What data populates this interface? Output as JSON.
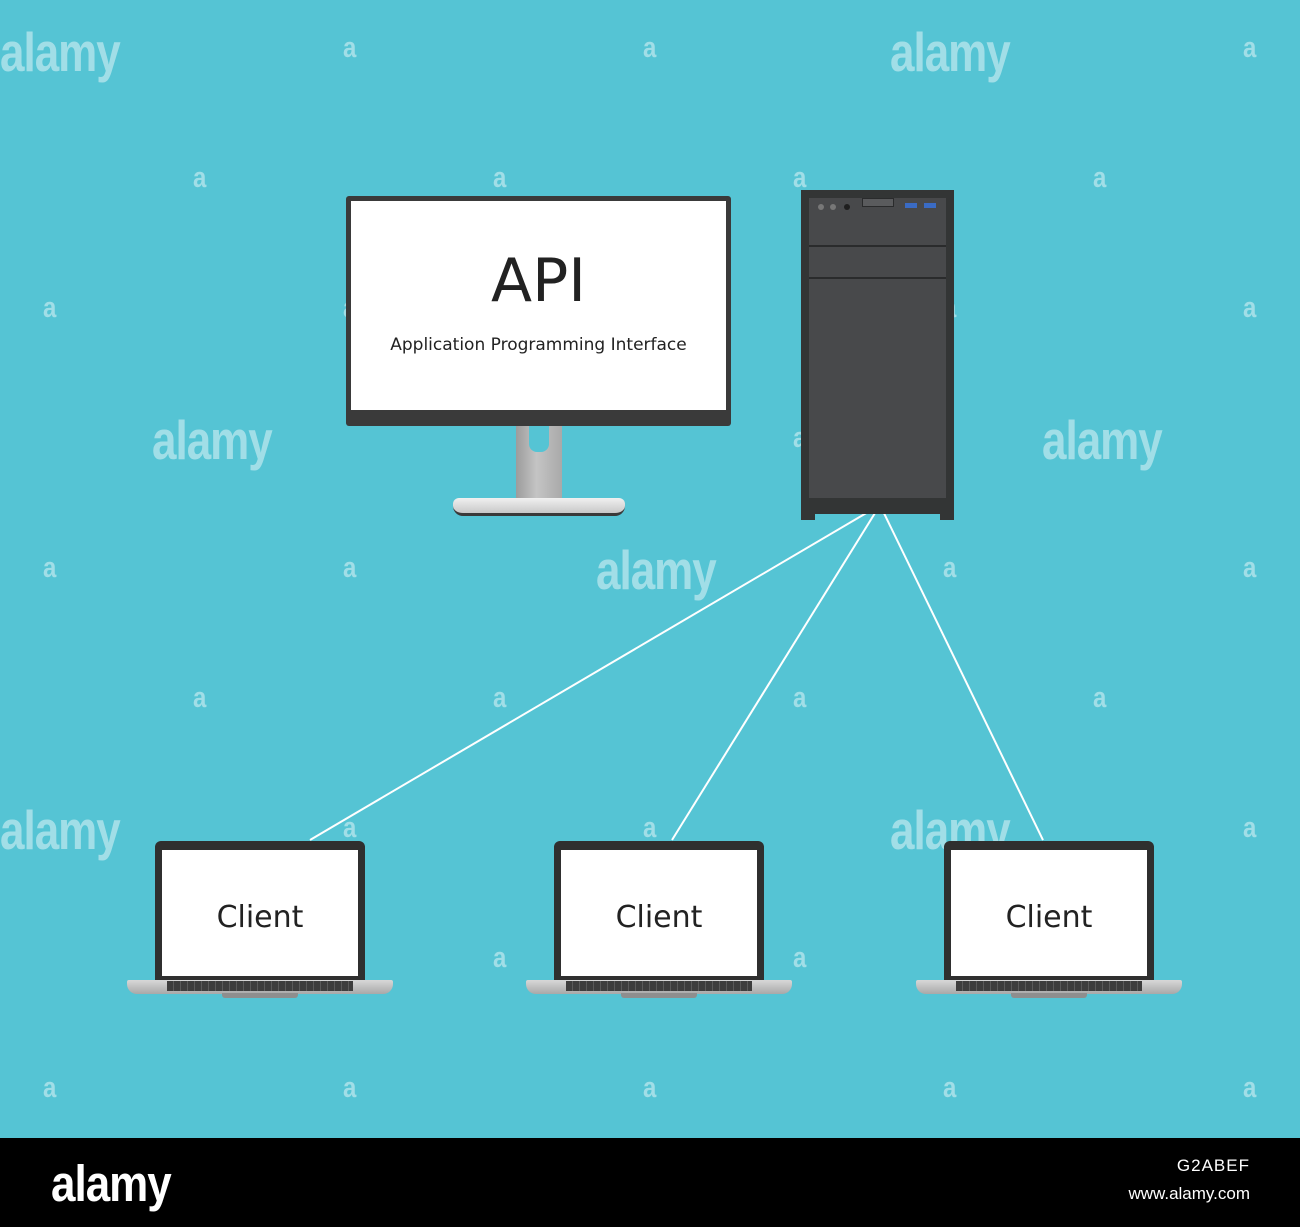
{
  "monitor": {
    "title": "API",
    "subtitle": "Application Programming Interface"
  },
  "clients": [
    {
      "label": "Client"
    },
    {
      "label": "Client"
    },
    {
      "label": "Client"
    }
  ],
  "watermark": {
    "logo_text": "alamy",
    "small_text": "a"
  },
  "footer": {
    "logo": "alamy",
    "image_id": "G2ABEF",
    "url": "www.alamy.com"
  },
  "colors": {
    "background": "#55c4d4",
    "line": "#ffffff",
    "tower": "#333535",
    "footer": "#000000"
  }
}
